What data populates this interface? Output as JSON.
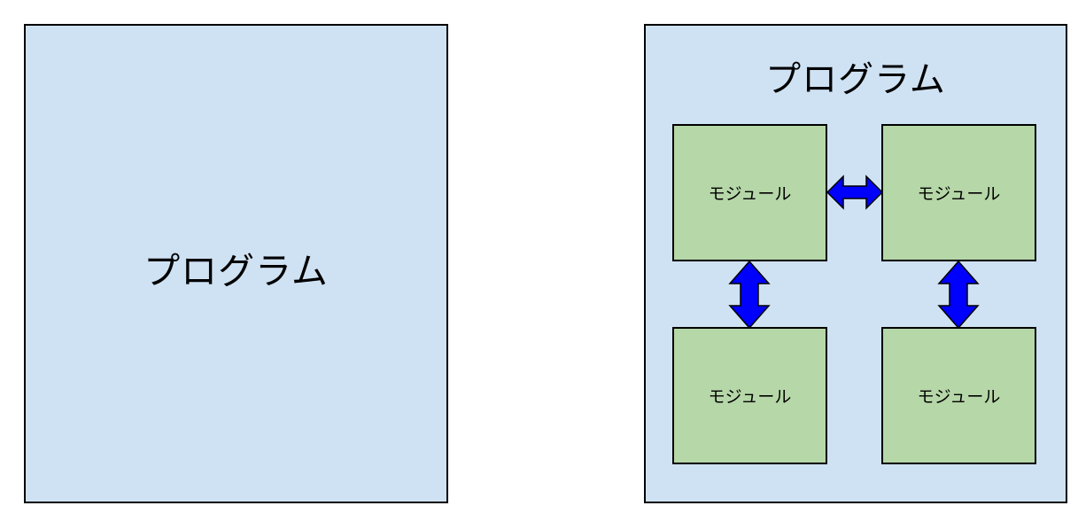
{
  "program_left": {
    "label": "プログラム"
  },
  "program_right": {
    "label": "プログラム"
  },
  "modules": [
    {
      "label": "モジュール"
    },
    {
      "label": "モジュール"
    },
    {
      "label": "モジュール"
    },
    {
      "label": "モジュール"
    }
  ],
  "colors": {
    "program_fill": "#cfe2f3",
    "module_fill": "#b6d7a8",
    "arrow_fill": "#0000ff",
    "border": "#000000"
  },
  "connectors": [
    {
      "from": "module-top-left",
      "to": "module-top-right",
      "direction": "bidirectional"
    },
    {
      "from": "module-top-left",
      "to": "module-bottom-left",
      "direction": "bidirectional"
    },
    {
      "from": "module-top-right",
      "to": "module-bottom-right",
      "direction": "bidirectional"
    }
  ]
}
